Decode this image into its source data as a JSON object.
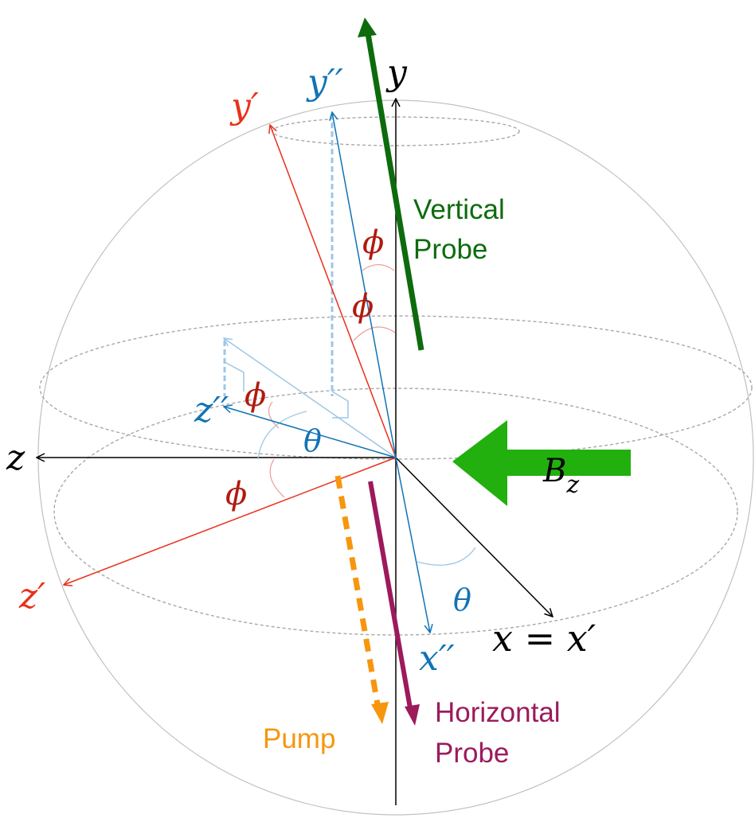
{
  "axes": {
    "y": "y",
    "z": "z",
    "x_equals": "x = x′",
    "y_prime": "y′",
    "z_prime": "z′",
    "y_double_prime": "y′′",
    "z_double_prime": "z′′",
    "x_double_prime": "x′′"
  },
  "angles": {
    "phi": "ϕ",
    "theta": "θ"
  },
  "field": {
    "label_main": "B",
    "label_sub": "z"
  },
  "beams": {
    "vertical_probe": [
      "Vertical",
      "Probe"
    ],
    "horizontal_probe": [
      "Horizontal",
      "Probe"
    ],
    "pump": "Pump"
  },
  "colors": {
    "black": "#000000",
    "red": "#e8311a",
    "dark_red": "#b11a0e",
    "blue": "#1173b5",
    "light_blue": "#9cc7e5",
    "light_red": "#f0a0a0",
    "green_dark": "#0d6b0d",
    "green_bright": "#22b00f",
    "purple": "#9c1a5c",
    "orange": "#f7960e",
    "sphere_gray": "#b8b8b8"
  }
}
